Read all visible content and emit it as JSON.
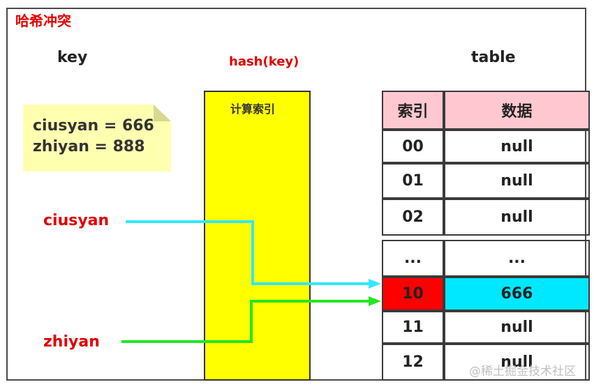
{
  "title": "哈希冲突",
  "labels": {
    "key": "key",
    "hash": "hash(key)",
    "table": "table",
    "compute_index": "计算索引"
  },
  "note": {
    "line1": "ciusyan = 666",
    "line2": "zhiyan = 888"
  },
  "keys": [
    "ciusyan",
    "zhiyan"
  ],
  "table": {
    "header_index": "索引",
    "header_data": "数据",
    "rows": [
      {
        "index": "00",
        "data": "null"
      },
      {
        "index": "01",
        "data": "null"
      },
      {
        "index": "02",
        "data": "null"
      },
      {
        "index": "...",
        "data": "..."
      },
      {
        "index": "10",
        "data": "666"
      },
      {
        "index": "11",
        "data": "null"
      },
      {
        "index": "12",
        "data": "null"
      }
    ]
  },
  "colors": {
    "title_red": "#e00000",
    "hash_box": "#ffff00",
    "header_bg": "#ffc8d0",
    "collision_index_bg": "#ff0000",
    "collision_data_bg": "#00e8ff",
    "ciusyan_arrow": "#33e8ff",
    "zhiyan_arrow": "#22e822"
  },
  "watermark": "@稀土掘金技术社区"
}
